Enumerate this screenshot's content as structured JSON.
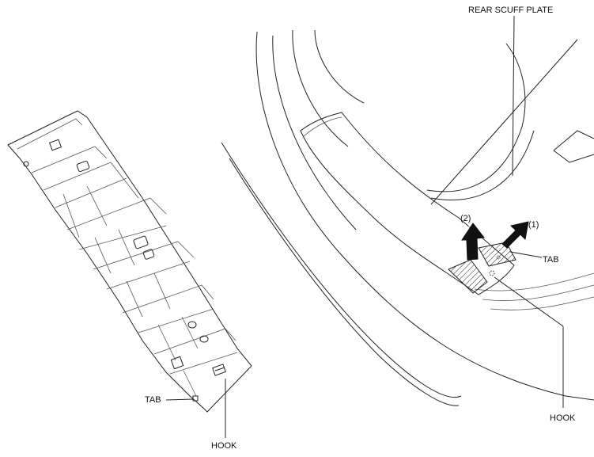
{
  "labels": {
    "rear_scuff_plate": "REAR SCUFF PLATE",
    "step1": "(1)",
    "step2": "(2)",
    "tab_right": "TAB",
    "hook_right": "HOOK",
    "tab_left": "TAB",
    "hook_left": "HOOK"
  },
  "colors": {
    "line": "#222222",
    "arrow_fill": "#111111",
    "background": "#ffffff"
  }
}
